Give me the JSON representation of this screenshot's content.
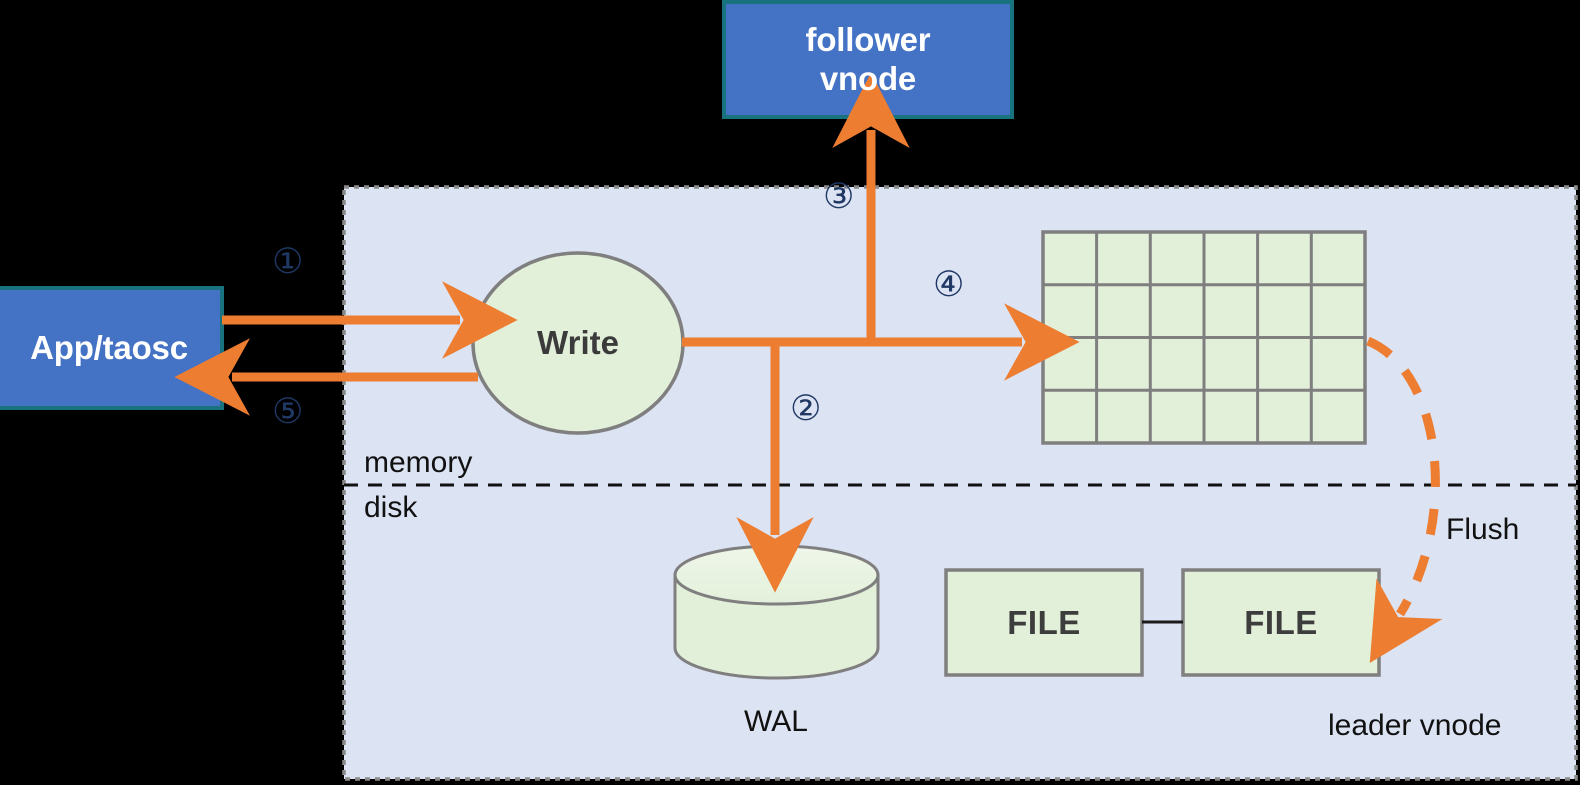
{
  "diagram": {
    "title": "TDengine vnode write path",
    "background_color": "#000000",
    "container_fill": "#dce3f3",
    "container_border": "#808080",
    "accent_orange": "#ed7d31",
    "accent_blue": "#4472c4",
    "accent_blue_border": "#18737f",
    "green_fill": "#e2efd9",
    "green_border": "#808080",
    "number_color": "#1f3864"
  },
  "nodes": {
    "client": {
      "label": "App/taosc"
    },
    "follower": {
      "label_line1": "follower",
      "label_line2": "vnode"
    },
    "write": {
      "label": "Write"
    },
    "wal": {
      "caption": "WAL"
    },
    "file1": {
      "label": "FILE"
    },
    "file2": {
      "label": "FILE"
    },
    "memtable": {
      "rows": 4,
      "cols": 6
    }
  },
  "labels": {
    "memory": "memory",
    "disk": "disk",
    "flush": "Flush",
    "leader_vnode": "leader vnode"
  },
  "steps": [
    {
      "id": "1",
      "glyph": "①",
      "meaning": "client sends write request to leader vnode"
    },
    {
      "id": "2",
      "glyph": "②",
      "meaning": "write to WAL on disk"
    },
    {
      "id": "3",
      "glyph": "③",
      "meaning": "replicate to follower vnode"
    },
    {
      "id": "4",
      "glyph": "④",
      "meaning": "write into memory skip list / memtable"
    },
    {
      "id": "5",
      "glyph": "⑤",
      "meaning": "acknowledge back to App/taosc"
    }
  ]
}
